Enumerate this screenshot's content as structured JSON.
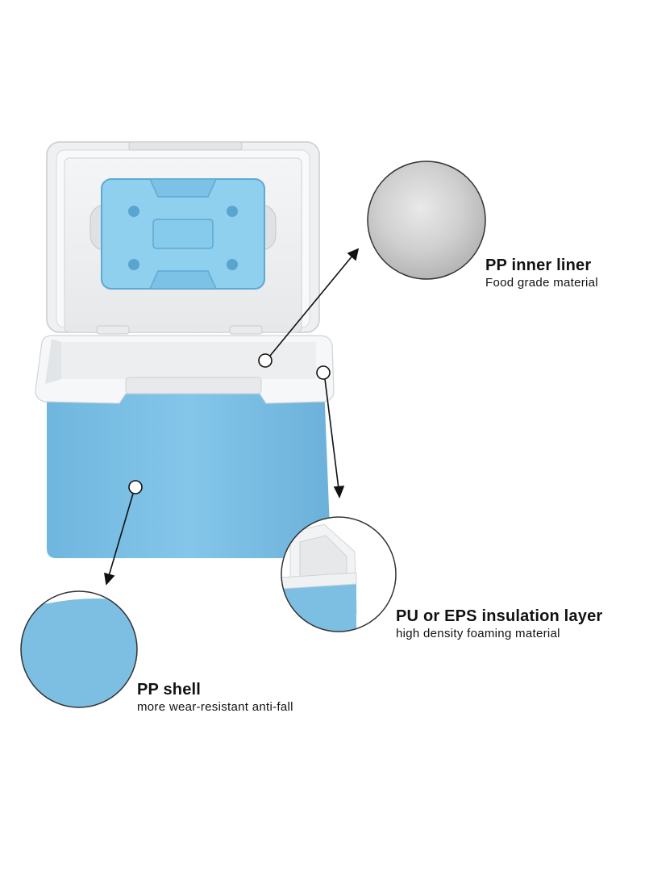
{
  "callouts": {
    "inner_liner": {
      "title": "PP inner liner",
      "subtitle": "Food grade material"
    },
    "insulation": {
      "title": "PU or EPS insulation layer",
      "subtitle": "high density foaming material"
    },
    "shell": {
      "title": "PP shell",
      "subtitle": "more wear-resistant anti-fall"
    }
  },
  "colors": {
    "shell_blue": "#7cbfe3",
    "ice_pack_blue": "#8fd0ef",
    "lid_white": "#f6f7f8",
    "liner_grey": "#c8c8c8",
    "text": "#111111"
  }
}
